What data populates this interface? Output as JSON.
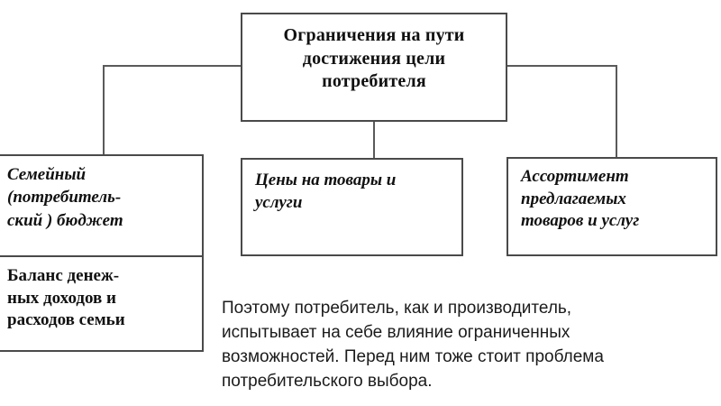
{
  "diagram": {
    "type": "hierarchy-tree",
    "root": {
      "id": "root",
      "label": "Ограничения на пути\nдостижения цели\nпотребителя",
      "style": "bold-serif-centered"
    },
    "children": [
      {
        "id": "budget",
        "label": "Семейный\n(потребитель-\nский ) бюджет",
        "style": "bold-italic-serif",
        "sub": {
          "id": "budget-balance",
          "label": "Баланс денеж-\nных доходов и\nрасходов семьи",
          "style": "bold-serif"
        }
      },
      {
        "id": "prices",
        "label": "Цены на товары и\nуслуги",
        "style": "bold-italic-serif"
      },
      {
        "id": "assortment",
        "label": "Ассортимент\nпредлагаемых\nтоваров и услуг",
        "style": "bold-italic-serif"
      }
    ]
  },
  "body": {
    "paragraph": "Поэтому потребитель, как и производитель,\nиспытывает на себе влияние ограниченных\nвозможностей. Перед ним тоже стоит проблема\nпотребительского выбора."
  },
  "colors": {
    "background": "#ffffff",
    "box_border": "#4a4a4a",
    "connector": "#5a5a5a",
    "diagram_text": "#111111",
    "body_text": "#1b1b1b"
  }
}
